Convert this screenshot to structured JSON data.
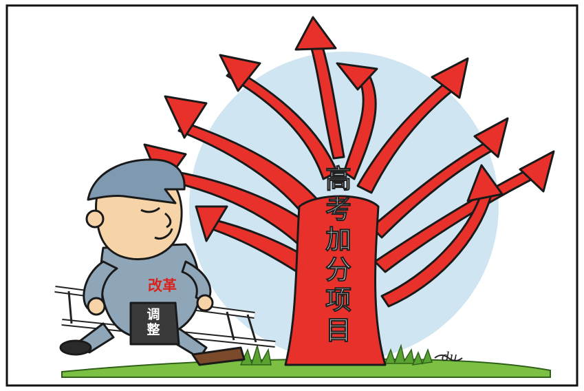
{
  "tree": {
    "label_chars": [
      "高",
      "考",
      "加",
      "分",
      "项",
      "目"
    ],
    "color": "#e8312a"
  },
  "worker": {
    "chest_label": "改革",
    "apron_chars": [
      "调",
      "整"
    ]
  },
  "signature": "du",
  "colors": {
    "tree_red": "#e8312a",
    "sky_blue": "#cfe6f2",
    "ground_green": "#7bc043",
    "uniform_blue": "#8ea6b8",
    "skin": "#f6d4a8"
  }
}
